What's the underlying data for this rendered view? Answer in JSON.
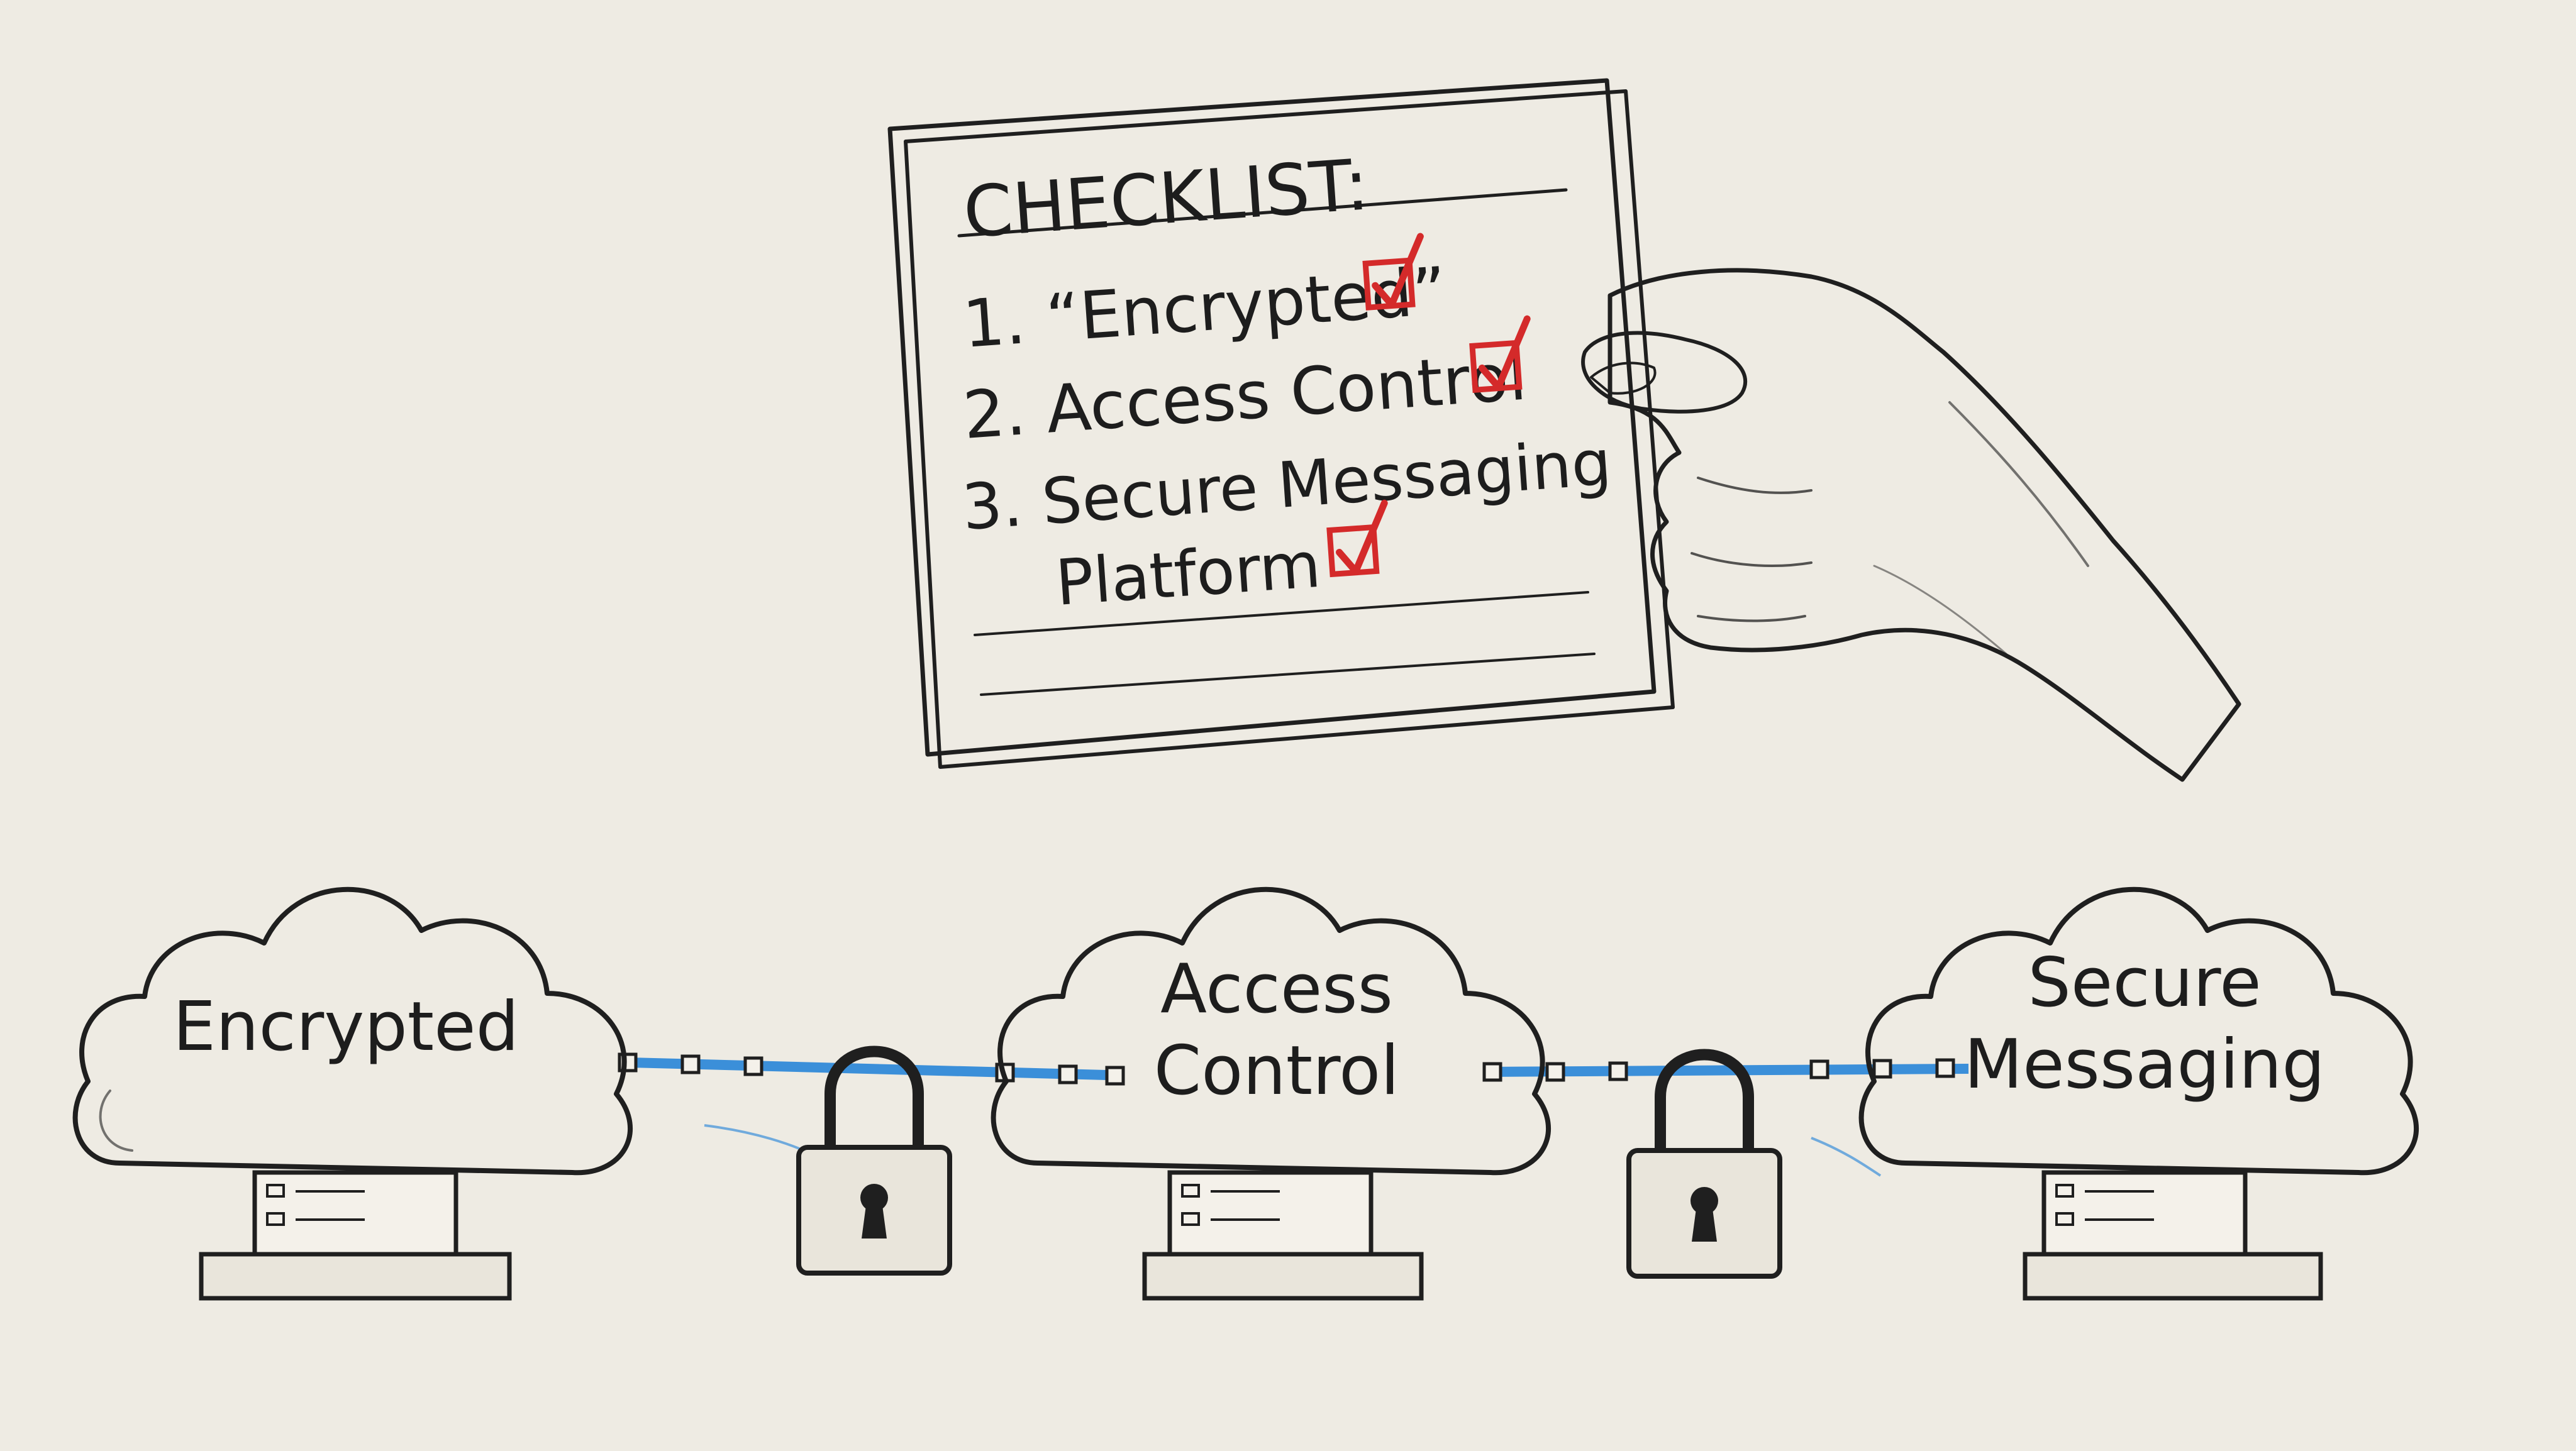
{
  "checklist": {
    "title": "CHECKLIST:",
    "items": [
      {
        "line1": "1. “Encrypted”",
        "line2": "",
        "checked": true
      },
      {
        "line1": "2. Access Control",
        "line2": "",
        "checked": true
      },
      {
        "line1": "3. Secure Messaging",
        "line2": "Platform",
        "checked": true
      }
    ]
  },
  "servers": [
    {
      "line1": "Encrypted",
      "line2": ""
    },
    {
      "line1": "Access",
      "line2": "Control"
    },
    {
      "line1": "Secure",
      "line2": "Messaging"
    }
  ],
  "colors": {
    "background": "#eeebe3",
    "ink": "#1f1f1f",
    "check_red": "#d42a2a",
    "link_blue": "#3b8fd9"
  }
}
